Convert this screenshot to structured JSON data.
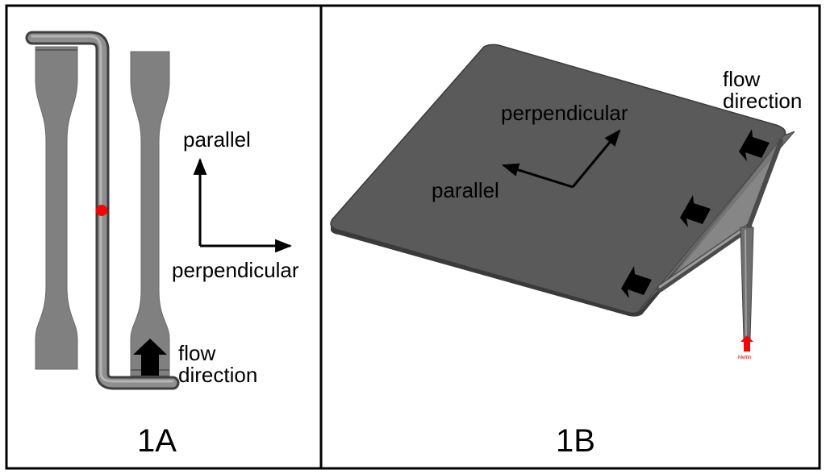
{
  "panel_a": {
    "label": "1A",
    "parallel": "parallel",
    "perpendicular": "perpendicular",
    "flow_line1": "flow",
    "flow_line2": "direction"
  },
  "panel_b": {
    "label": "1B",
    "parallel": "parallel",
    "perpendicular": "perpendicular",
    "flow_line1": "flow",
    "flow_line2": "direction",
    "melt_inlet": "MeltIn"
  },
  "colors": {
    "part_fill": "#808080",
    "plate_fill": "#5a5a5a",
    "runner": "#7a7a7a",
    "injection_point": "#ff0000",
    "border": "#000000"
  }
}
